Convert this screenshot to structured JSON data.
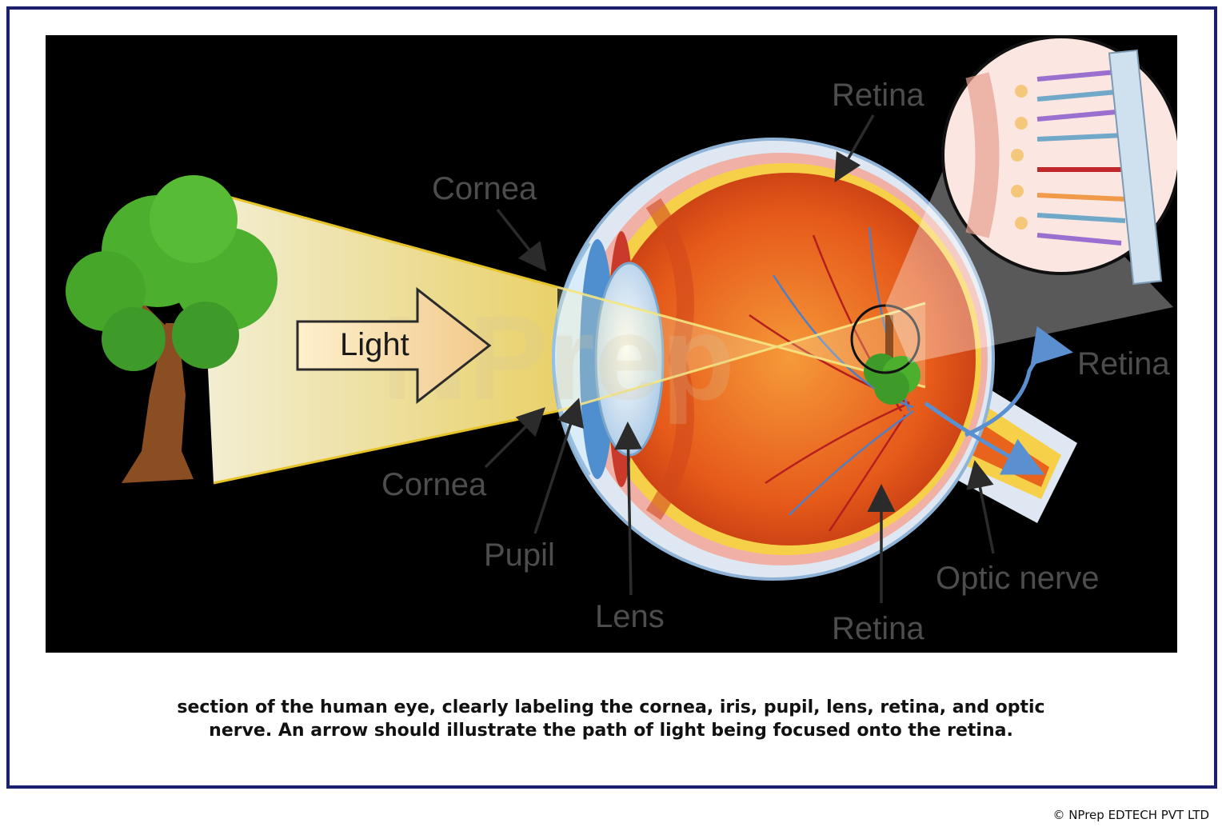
{
  "diagram": {
    "labels": {
      "light": "Light",
      "cornea_top": "Cornea",
      "cornea_bottom": "Cornea",
      "retina_top": "Retina",
      "retina_right": "Retina",
      "retina_bottom": "Retina",
      "pupil": "Pupil",
      "lens": "Lens",
      "optic_nerve": "Optic nerve"
    },
    "watermark": "NPrep"
  },
  "caption": {
    "line1": "section of the human eye, clearly labeling the cornea, iris, pupil, lens, retina, and optic",
    "line2": "nerve. An arrow should illustrate the path of light being focused onto the retina."
  },
  "footer": "© NPrep EDTECH PVT LTD",
  "colors": {
    "frame": "#1b1f6e",
    "background": "#000000",
    "light_beam": "#fdf3b8",
    "eyeball": "#e8641c",
    "retina_layer": "#f7d04a",
    "tree_green": "#4caf2e",
    "tree_trunk": "#8a4e22"
  },
  "icons": [
    "tree-icon",
    "eye-icon",
    "light-arrow-icon",
    "retina-cells-icon"
  ]
}
